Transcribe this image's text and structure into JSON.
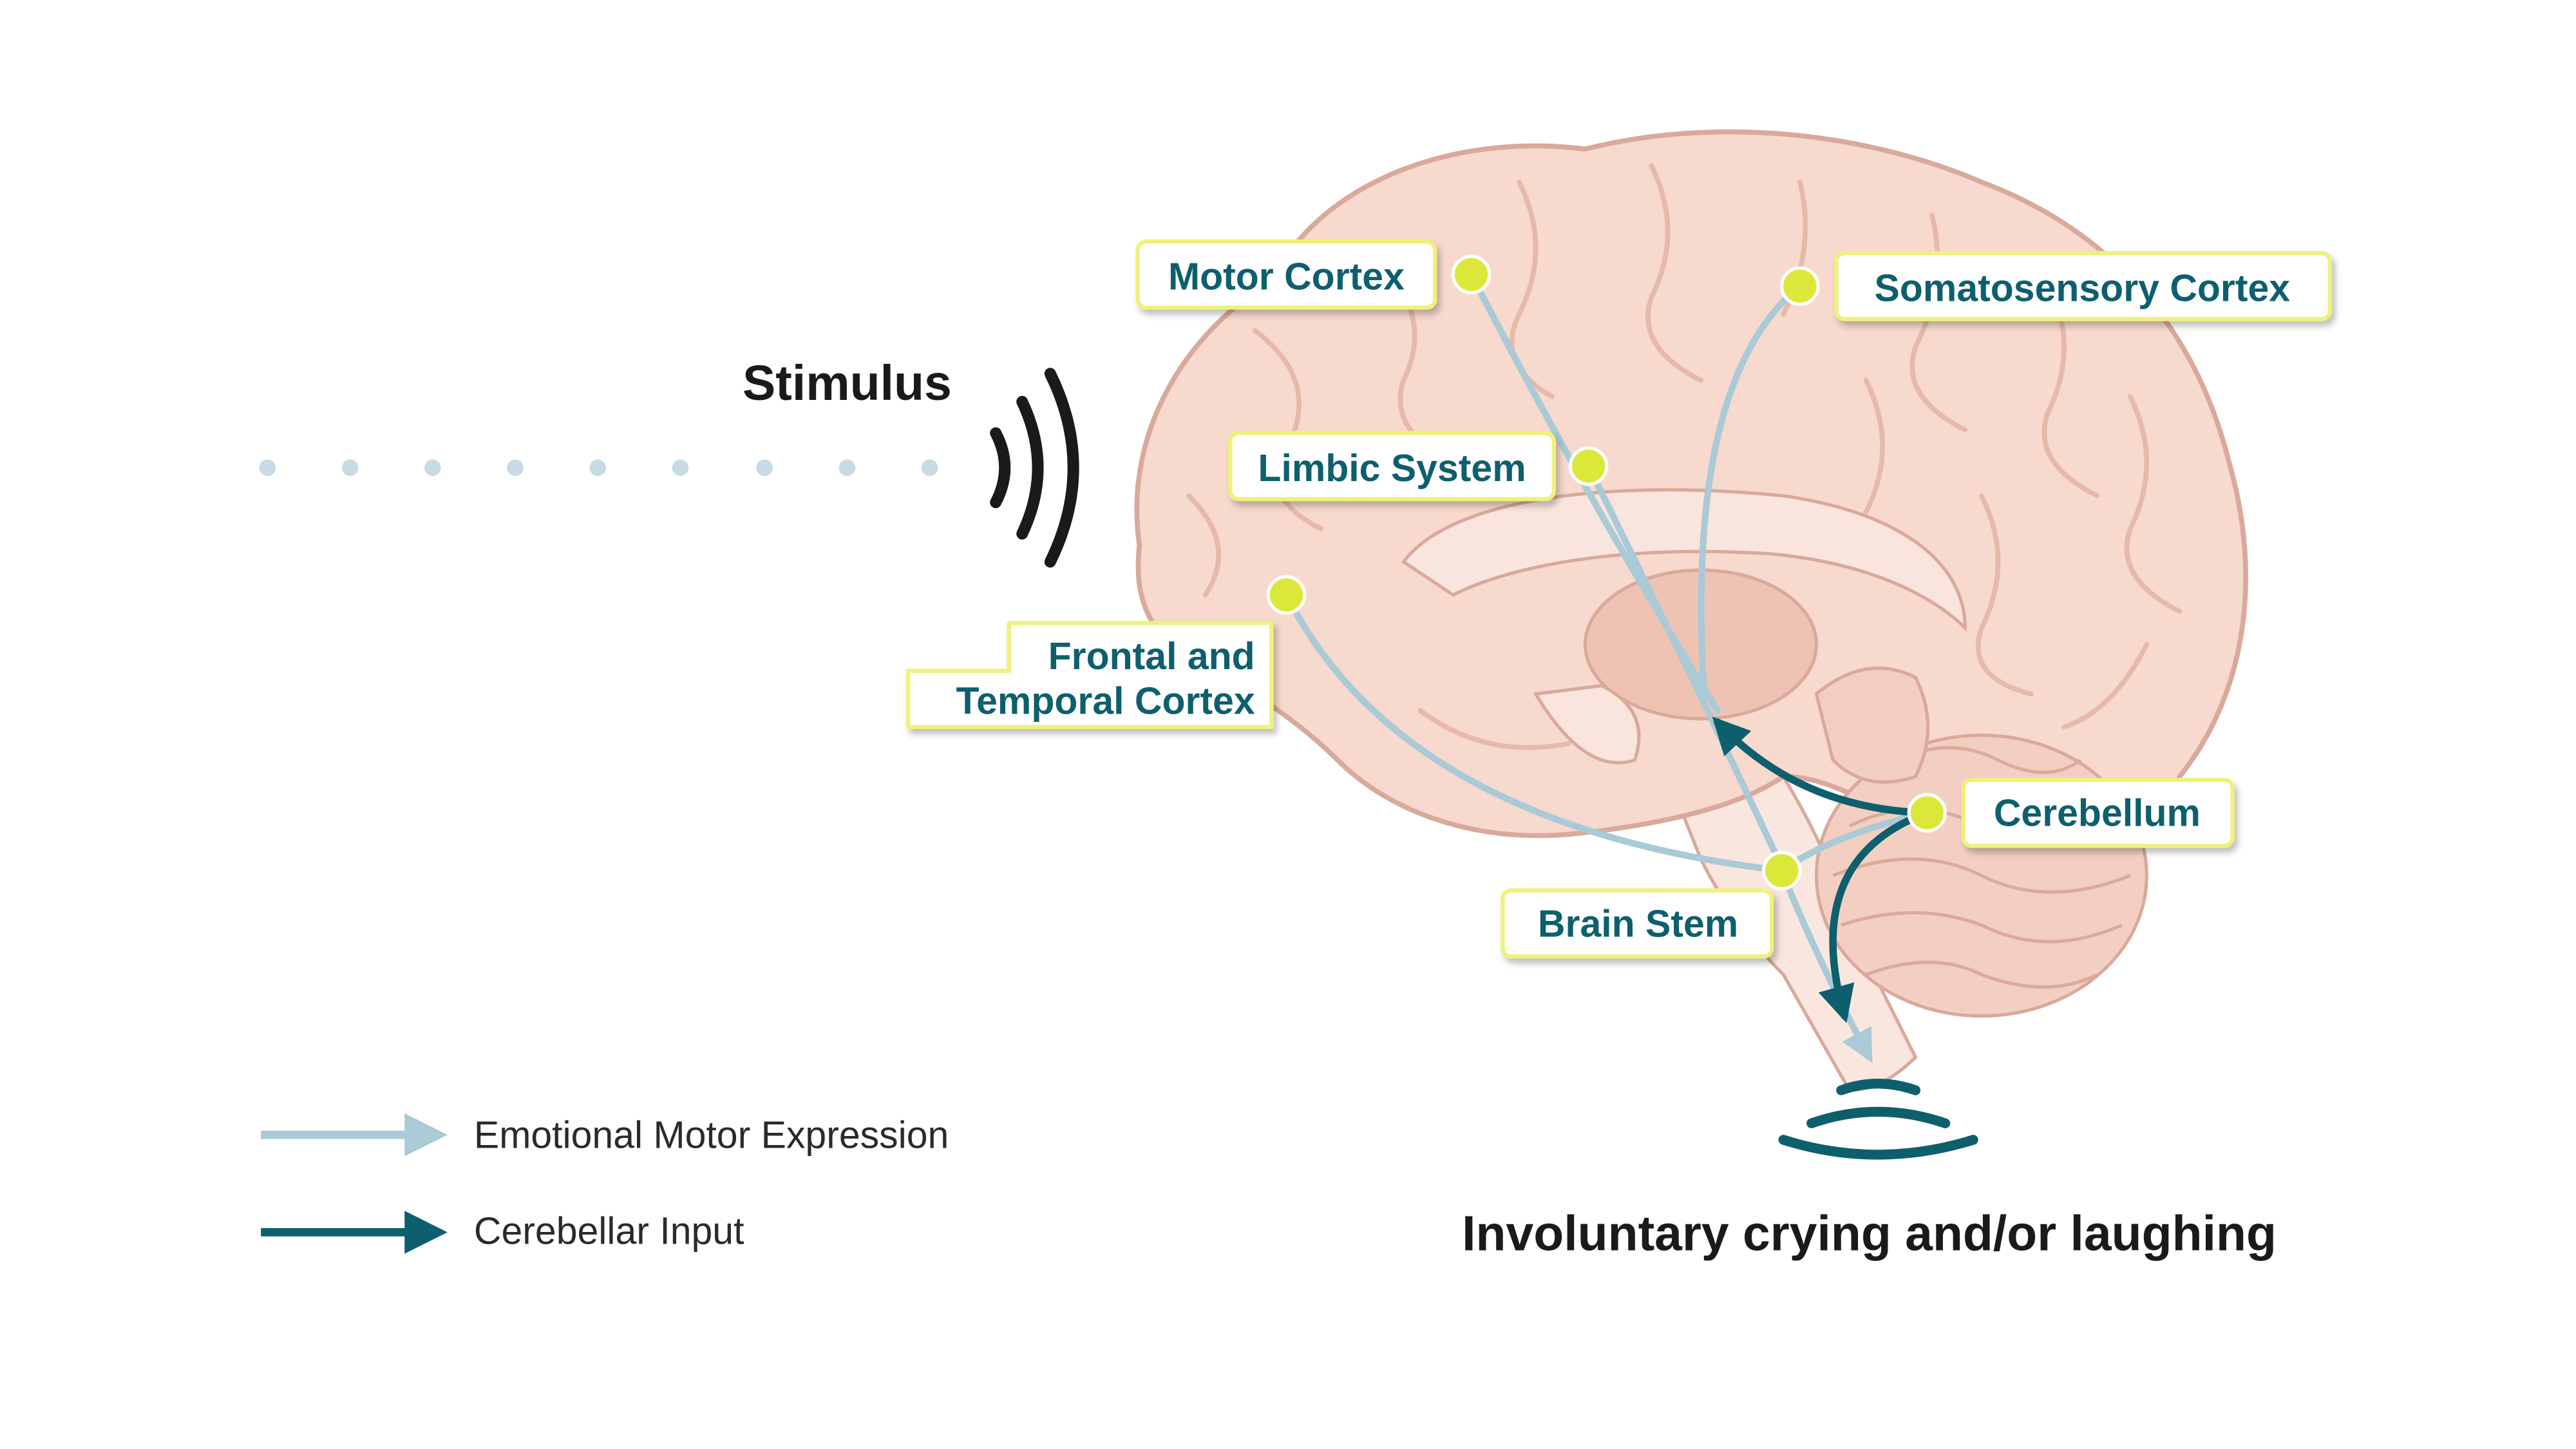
{
  "stimulus": {
    "label": "Stimulus"
  },
  "regions": {
    "motor_cortex": "Motor Cortex",
    "somatosensory_cortex": "Somatosensory Cortex",
    "limbic_system": "Limbic System",
    "frontal_temporal_line1": "Frontal and",
    "frontal_temporal_line2": "Temporal Cortex",
    "cerebellum": "Cerebellum",
    "brain_stem": "Brain Stem"
  },
  "outcome": {
    "label": "Involuntary crying and/or laughing"
  },
  "legend": {
    "emotional_motor_expression": "Emotional Motor Expression",
    "cerebellar_input": "Cerebellar Input"
  },
  "colors": {
    "light_pathway": "#a9cad6",
    "dark_pathway": "#0e5f6e",
    "label_text": "#0e5f6e",
    "label_border": "#eef27a",
    "node": "#dbe83a",
    "brain_fill": "#f7d9cd",
    "brain_outline": "#d9a99b",
    "heading_text": "#1a1a1a"
  }
}
